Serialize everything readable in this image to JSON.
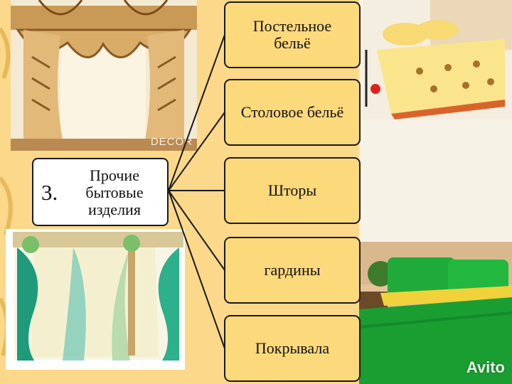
{
  "diagram": {
    "root": {
      "number": "3.",
      "label": "Прочие\nбытовые\nизделия"
    },
    "items": [
      {
        "label": "Постельное\nбельё"
      },
      {
        "label": "Столовое бельё"
      },
      {
        "label": "Шторы"
      },
      {
        "label": "гардины"
      },
      {
        "label": "Покрывала"
      }
    ]
  },
  "photos": {
    "curtains_top_watermark": "DECOR",
    "site_watermark": "Avito"
  },
  "colors": {
    "background": "#fbd88a",
    "node_fill": "#fcd97b",
    "node_border": "#1a1a1a",
    "root_fill": "#ffffff"
  }
}
